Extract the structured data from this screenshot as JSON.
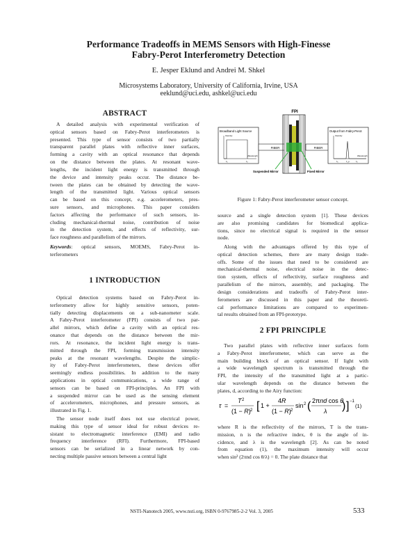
{
  "paper": {
    "title_line1": "Performance Tradeoffs in MEMS Sensors with High-Finesse",
    "title_line2": "Fabry-Perot Interferometry Detection",
    "authors": "E. Jesper Eklund and Andrei M. Shkel",
    "affiliation": "Microsystems Laboratory, University of California, Irvine, USA",
    "emails": "eeklund@uci.edu, ashkel@uci.edu"
  },
  "abstract": {
    "heading": "ABSTRACT",
    "lines": [
      "A detailed analysis with experimental verification of",
      "optical sensors based on Fabry-Perot interferometers is",
      "presented. This type of sensor consists of two partially",
      "transparent parallel plates with reflective inner surfaces,",
      "forming a cavity with an optical resonance that depends",
      "on the distance between the plates. At resonant wave-",
      "lengths, the incident light energy is transmitted through",
      "the device and intensity peaks occur. The distance be-",
      "tween the plates can be obtained by detecting the wave-",
      "length of the transmitted light. Various optical sensors",
      "can be based on this concept, e.g. accelerometers, pres-",
      "sure sensors, and microphones. This paper considers",
      "factors affecting the performance of such sensors, in-",
      "cluding mechanical-thermal noise, contribution of noise",
      "in the detection system, and effects of reflectivity, sur-",
      "face roughness and parallelism of the mirrors."
    ],
    "keywords_label": "Keywords",
    "keywords_line1": ": optical sensors, MOEMS, Fabry-Perot in-",
    "keywords_line2": "terferometers"
  },
  "intro": {
    "heading": "1    INTRODUCTION",
    "lines": [
      "Optical detection systems based on Fabry-Perot in-",
      "terferometry allow for highly sensitive sensors, poten-",
      "tially detecting displacements on a sub-nanometer scale.",
      "A Fabry-Perot interferometer (FPI) consists of two par-",
      "allel mirrors, which define a cavity with an optical res-",
      "onance that depends on the distance between the mir-",
      "rors. At resonance, the incident light energy is trans-",
      "mitted through the FPI, forming transmission intensity",
      "peaks at the resonant wavelengths. Despite the simplic-",
      "ity of Fabry-Perot interferometers, these devices offer",
      "seemingly endless possibilities. In addition to the many",
      "applications in optical communications, a wide range of",
      "sensors can be based on FPI-principles. An FPI with",
      "a suspended mirror can be used as the sensing element",
      "of accelerometers, microphones, and pressure sensors, as",
      "illustrated in Fig. 1."
    ],
    "lines2": [
      "The sensor node itself does not use electrical power,",
      "making this type of sensor ideal for robust devices re-",
      "sistant to electromagnetic interference (EMI) and radio",
      "frequency interference (RFI). Furthermore, FPI-based",
      "sensors can be serialized in a linear network by con-",
      "necting multiple passive sensors between a central light"
    ]
  },
  "figure": {
    "fpi_label": "FPI",
    "source_label": "Broadband Light Source",
    "output_label": "Output from Fabry-Perot",
    "fiber_left": "FIBER",
    "fiber_right": "FIBER",
    "suspended_label": "Suspended Mirror",
    "fixed_label": "Fixed Mirror",
    "intensity_left": "Intensity",
    "intensity_right": "Intensity",
    "wavelength_left": "Wavelength",
    "wavelength_right": "Wavelength",
    "lam1_left": "λ₁",
    "lam2_left": "λ₂",
    "lam1_right": "λ₁",
    "lamp_right": "λ_p",
    "lam2_right": "λ₂",
    "caption": "Figure 1: Fabry-Perot interferometer sensor concept."
  },
  "right_col": {
    "lines_a": [
      "source and a single detection system [1]. These devices",
      "are also promising candidates for biomedical applica-",
      "tions, since no electrical signal is required in the sensor",
      "node."
    ],
    "lines_b": [
      "Along with the advantages offered by this type of",
      "optical detection schemes, there are many design trade-",
      "offs. Some of the issues that need to be considered are",
      "mechanical-thermal noise, electrical noise in the detec-",
      "tion system, effects of reflectivity, surface roughness and",
      "parallelism of the mirrors, assembly, and packaging. The",
      "design considerations and tradeoffs of Fabry-Perot inter-",
      "ferometers are discussed in this paper and the theoreti-",
      "cal performance limitations are compared to experimen-",
      "tal results obtained from an FPI-prototype."
    ],
    "fpi_heading": "2    FPI PRINCIPLE",
    "lines_c": [
      "Two parallel plates with reflective inner surfaces form",
      "a Fabry-Perot interferometer, which can serve as the",
      "main building block of an optical sensor. If light with",
      "a wide wavelength spectrum is transmitted through the",
      "FPI, the intensity of the transmitted light at a partic-",
      "ular wavelength depends on the distance between the",
      "plates, d, according to the Airy function:"
    ],
    "eq_number": "(1)",
    "lines_d": [
      "where R is the reflectivity of the mirrors, T is the trans-",
      "mission, n is the refractive index, θ is the angle of in-",
      "cidence, and λ is the wavelength [2]. As can be noted",
      "from equation (1), the maximum intensity will occur",
      "when sin² (2πnd cos θ/λ) = 0. The plate distance that"
    ]
  },
  "footer": {
    "text": "NSTI-Nanotech 2005, www.nsti.org, ISBN 0-9767985-2-2  Vol. 3, 2005",
    "page_number": "533"
  }
}
